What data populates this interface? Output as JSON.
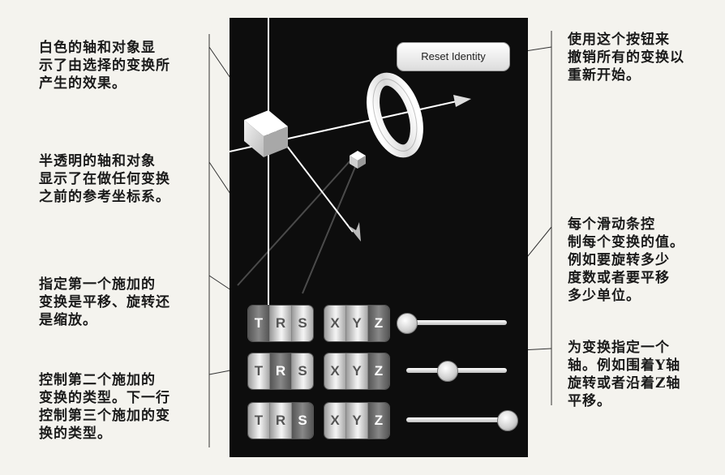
{
  "annotations": {
    "white_axis": "白色的轴和对象显\n示了由选择的变换所\n产生的效果。",
    "translucent_axis": "半透明的轴和对象\n显示了在做任何变换\n之前的参考坐标系。",
    "first_transform": "指定第一个施加的\n变换是平移、旋转还\n是缩放。",
    "second_transform": "控制第二个施加的\n变换的类型。下一行\n控制第三个施加的变\n换的类型。",
    "reset_note": "使用这个按钮来\n撤销所有的变换以\n重新开始。",
    "slider_note": "每个滑动条控\n制每个变换的值。\n例如要旋转多少\n度数或者要平移\n多少单位。",
    "axis_note": "为变换指定一个\n轴。例如围着Y轴\n旋转或者沿着Z轴\n平移。"
  },
  "ui": {
    "reset_button": "Reset Identity",
    "rows": [
      {
        "trs": [
          "T",
          "R",
          "S"
        ],
        "xyz": [
          "X",
          "Y",
          "Z"
        ],
        "active_trs": 0,
        "active_xyz": 2,
        "slider": 0.0
      },
      {
        "trs": [
          "T",
          "R",
          "S"
        ],
        "xyz": [
          "X",
          "Y",
          "Z"
        ],
        "active_trs": 1,
        "active_xyz": 2,
        "slider": 0.4
      },
      {
        "trs": [
          "T",
          "R",
          "S"
        ],
        "xyz": [
          "X",
          "Y",
          "Z"
        ],
        "active_trs": 2,
        "active_xyz": 2,
        "slider": 1.0
      }
    ]
  },
  "colors": {
    "background": "#0d0d0d",
    "active_segment": "#666666",
    "inactive_segment": "#e8e8e8",
    "axis_white": "#ffffff"
  }
}
